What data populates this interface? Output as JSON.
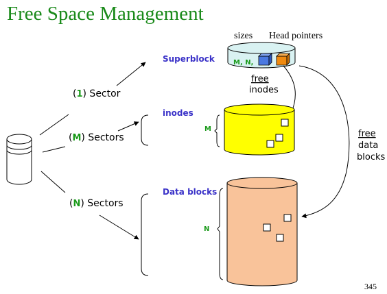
{
  "title": "Free Space Management",
  "disk": {
    "icon": "disk-cylinder-icon"
  },
  "sectors": {
    "one": {
      "open": "(",
      "num": "1",
      "close": ") Sector"
    },
    "m": {
      "open": "(",
      "num": "M",
      "close": ") Sectors"
    },
    "n": {
      "open": "(",
      "num": "N",
      "close": ") Sectors"
    }
  },
  "superblock": {
    "label": "Superblock",
    "sizes_label": "sizes",
    "head_pointers_label": "Head pointers",
    "inner_text": "M, N,"
  },
  "inodes": {
    "label": "inodes",
    "size_letter": "M"
  },
  "data_blocks": {
    "label": "Data blocks",
    "size_letter": "N"
  },
  "free_inodes": {
    "line1": "free",
    "line2": "inodes"
  },
  "free_data_blocks": {
    "line1": "free",
    "line2": "data",
    "line3": "blocks"
  },
  "page_number": "345",
  "colors": {
    "title": "#1a8a1a",
    "superblock_fill": "#d9f2f2",
    "inodes_fill": "#ffff00",
    "data_blocks_fill": "#f9c39a",
    "blue_cube": "#4a78e0",
    "orange_cube": "#f08a10",
    "label_blue": "#3a32c8",
    "letter_green": "#1a9a1a"
  }
}
